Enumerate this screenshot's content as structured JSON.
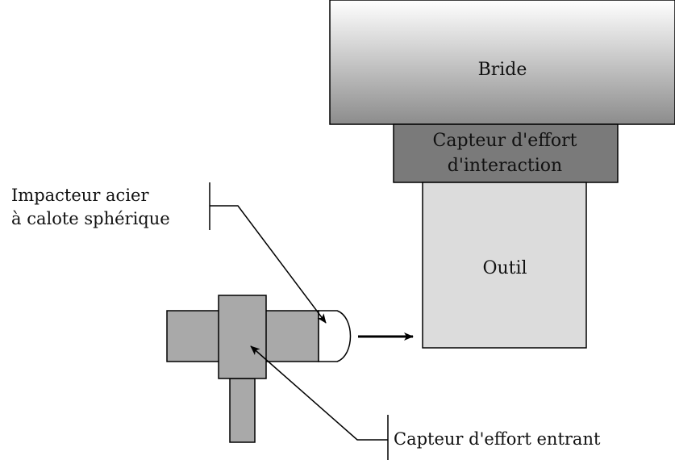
{
  "labels": {
    "flange": "Bride",
    "interaction_sensor_line1": "Capteur d'effort",
    "interaction_sensor_line2": "d'interaction",
    "tool": "Outil",
    "impactor_line1": "Impacteur acier",
    "impactor_line2": "à calote sphérique",
    "input_sensor": "Capteur d'effort entrant"
  },
  "colors": {
    "flange_gradient_top": "#ffffff",
    "flange_gradient_bottom": "#8c8c8c",
    "interaction_sensor": "#7a7a7a",
    "tool": "#dcdcdc",
    "impactor_parts": "#a9a9a9",
    "outline": "#000000"
  }
}
